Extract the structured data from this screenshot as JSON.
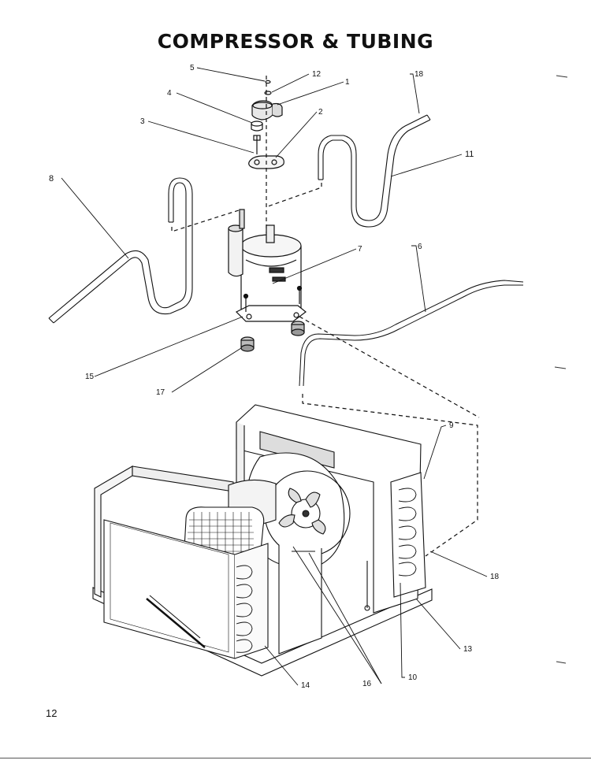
{
  "title": "COMPRESSOR & TUBING",
  "page_number": "12",
  "callouts": {
    "c1": "1",
    "c2": "2",
    "c3": "3",
    "c4": "4",
    "c5": "5",
    "c6": "6",
    "c7": "7",
    "c8": "8",
    "c9": "9",
    "c10": "10",
    "c11": "11",
    "c12": "12",
    "c13": "13",
    "c14": "14",
    "c15": "15",
    "c16": "16",
    "c17": "17",
    "c18a": "18",
    "c18b": "18"
  }
}
